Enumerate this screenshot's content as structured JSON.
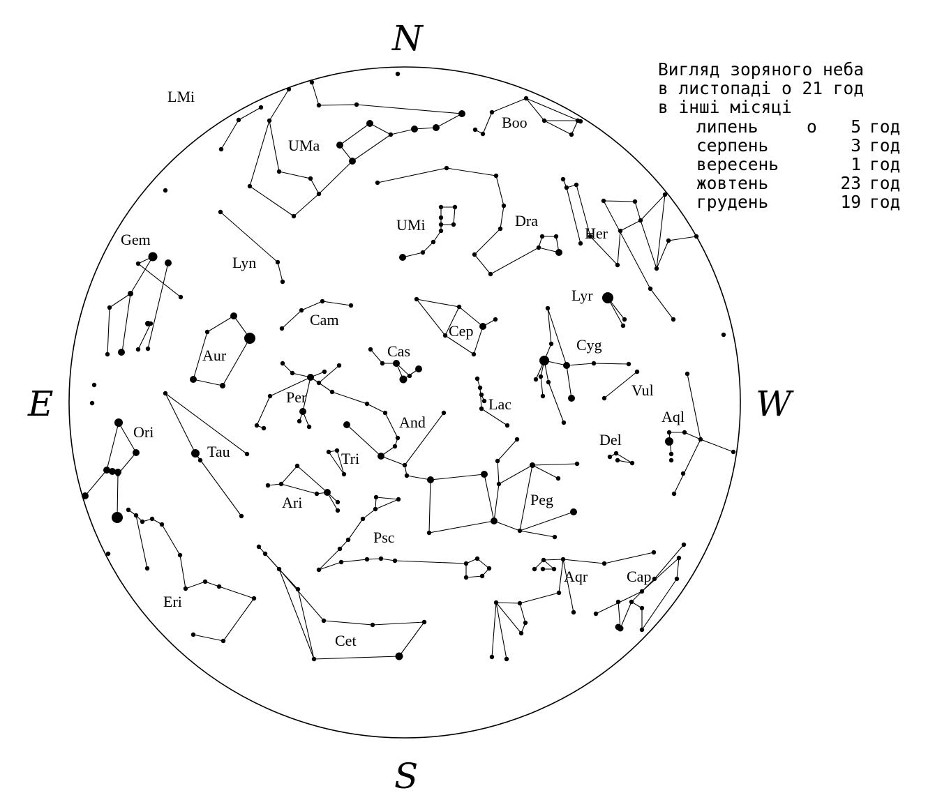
{
  "directions": {
    "north": "N",
    "south": "S",
    "east": "E",
    "west": "W"
  },
  "caption": {
    "line1": "Вигляд зоряного неба",
    "line2": "в листопаді о 21 год",
    "line3": "в інші місяці",
    "months": [
      {
        "month": "липень",
        "marker": "о",
        "hour": "5",
        "unit": "год"
      },
      {
        "month": "серпень",
        "marker": "",
        "hour": "3",
        "unit": "год"
      },
      {
        "month": "вересень",
        "marker": "",
        "hour": "1",
        "unit": "год"
      },
      {
        "month": "жовтень",
        "marker": "",
        "hour": "23",
        "unit": "год"
      },
      {
        "month": "грудень",
        "marker": "",
        "hour": "19",
        "unit": "год"
      }
    ]
  },
  "constellations": {
    "lmi": "LMi",
    "uma": "UMa",
    "boo": "Boo",
    "umi": "UMi",
    "dra": "Dra",
    "her": "Her",
    "gem": "Gem",
    "lyn": "Lyn",
    "lyr": "Lyr",
    "cam": "Cam",
    "cep": "Cep",
    "cyg": "Cyg",
    "aur": "Aur",
    "cas": "Cas",
    "vul": "Vul",
    "per": "Per",
    "lac": "Lac",
    "aql": "Aql",
    "and": "And",
    "ori": "Ori",
    "del": "Del",
    "tau": "Tau",
    "tri": "Tri",
    "ari": "Ari",
    "peg": "Peg",
    "psc": "Psc",
    "aqr": "Aqr",
    "cap": "Cap",
    "eri": "Eri",
    "cet": "Cet"
  }
}
